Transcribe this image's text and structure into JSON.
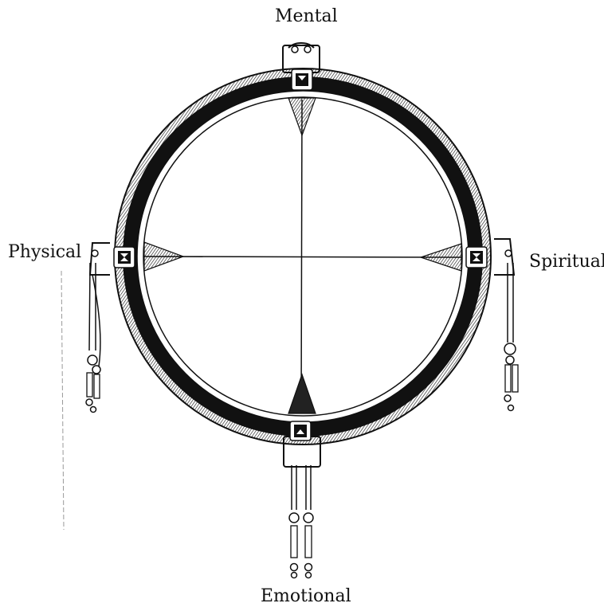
{
  "diagram": {
    "labels": {
      "top": "Mental",
      "left": "Physical",
      "right": "Spiritual",
      "bottom": "Emotional"
    },
    "colors": {
      "ink": "#111111",
      "paper": "#ffffff"
    }
  }
}
